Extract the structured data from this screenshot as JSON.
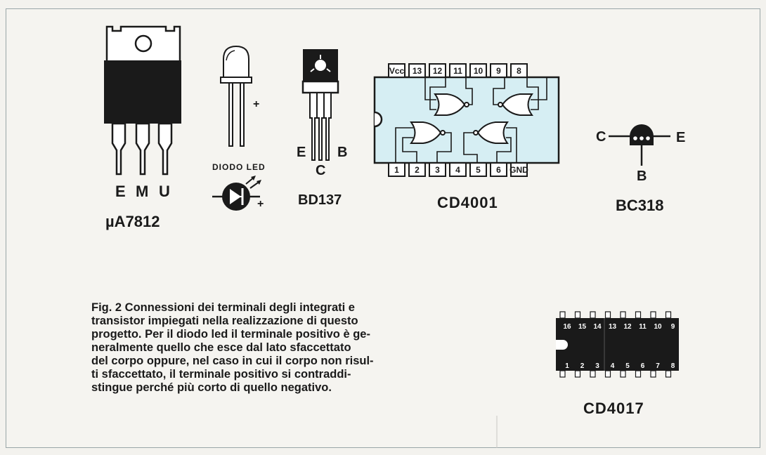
{
  "components": {
    "regulator": {
      "name": "µA7812",
      "pins": [
        "E",
        "M",
        "U"
      ]
    },
    "led": {
      "heading": "DIODO LED",
      "plus_top": "+",
      "plus_bottom": "+"
    },
    "bd137": {
      "name": "BD137",
      "pin_left": "E",
      "pin_center": "C",
      "pin_right": "B"
    },
    "cd4001": {
      "name": "CD4001",
      "top_pins": [
        "Vcc",
        "13",
        "12",
        "11",
        "10",
        "9",
        "8"
      ],
      "bottom_pins": [
        "1",
        "2",
        "3",
        "4",
        "5",
        "6",
        "GND"
      ]
    },
    "bc318": {
      "name": "BC318",
      "pin_c": "C",
      "pin_e": "E",
      "pin_b": "B"
    },
    "cd4017": {
      "name": "CD4017",
      "top_pins": [
        "16",
        "15",
        "14",
        "13",
        "12",
        "11",
        "10",
        "9"
      ],
      "bottom_pins": [
        "1",
        "2",
        "3",
        "4",
        "5",
        "6",
        "7",
        "8"
      ]
    }
  },
  "caption": {
    "lines": [
      "Fig. 2   Connessioni dei terminali degli integrati e",
      "transistor impiegati nella realizzazione di questo",
      "progetto. Per il diodo led il terminale positivo è ge-",
      "neralmente quello che esce dal lato sfaccettato",
      "del corpo oppure, nel caso in cui il corpo non risul-",
      "ti sfaccettato, il terminale positivo si contraddi-",
      "stingue perché più corto di quello negativo."
    ]
  },
  "colors": {
    "ic_body": "#d6eef3",
    "ink": "#1a1a1a",
    "frame": "#9aa6a8",
    "paper": "#f5f4f0"
  }
}
